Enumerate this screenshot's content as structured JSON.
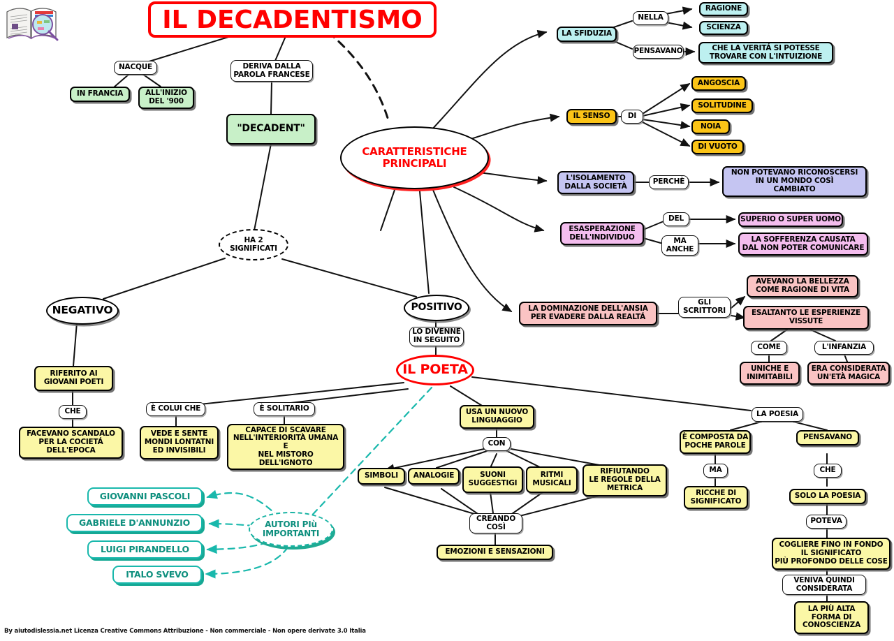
{
  "title": "IL DECADENTISMO",
  "footer": "By aiutodislessia.net Licenza Creative Commons Attribuzione - Non commerciale - Non opere derivate 3.0 Italia",
  "logo": {
    "name": "open-book-magnifier-logo"
  },
  "colors": {
    "title_red": "#ff0000",
    "green": "#c8f0c8",
    "cyan": "#bdf0f0",
    "dark_yellow": "#fbc417",
    "lavender": "#c5c5f2",
    "magenta_pink": "#f4bdee",
    "salmon": "#fac3c3",
    "yellow": "#fbf7a6",
    "teal": "#19b8ac",
    "teal_text": "#0e8f7e"
  },
  "nodes": {
    "caratteristiche_principali": "CARATTERISTICHE\nPRINCIPALI",
    "nacque": "NACQUE",
    "in_francia": "IN FRANCIA",
    "allinizio_del_900": "ALL'INIZIO\nDEL '900",
    "deriva_dalla_parola_francese": "DERIVA DALLA\nPAROLA FRANCESE",
    "decadent": "\"DECADENT\"",
    "ha_2_significati": "HA 2\nSIGNIFICATI",
    "negativo": "NEGATIVO",
    "positivo": "POSITIVO",
    "riferito_ai_giovani_poeti": "RIFERITO AI\nGIOVANI POETI",
    "che_1": "CHE",
    "facevano_scandalo": "FACEVANO SCANDALO\nPER LA COCIETÁ\nDELL'EPOCA",
    "lo_divenne_in_seguito": "LO DIVENNE\nIN SEGUITO",
    "il_poeta": "IL POETA",
    "la_sfiduzia": "LA SFIDUZIA",
    "nella": "NELLA",
    "ragione": "RAGIONE",
    "scienza": "SCIENZA",
    "pensavano_1": "PENSAVANO",
    "che_la_verita": "CHE LA VERITÁ SI POTESSE\nTROVARE CON L'INTUIZIONE",
    "il_senso": "IL SENSO",
    "di": "DI",
    "angoscia": "ANGOSCIA",
    "solitudine": "SOLITUDINE",
    "noia": "NOIA",
    "di_vuoto": "DI VUOTO",
    "lisolamento": "L'ISOLAMENTO\nDALLA SOCIETÀ",
    "perche": "PERCHÈ",
    "non_potevano": "NON POTEVANO RICONOSCERSI\nIN UN MONDO COSÌ\nCAMBIATO",
    "esasperazione": "ESASPERAZIONE\nDELL'INDIVIDUO",
    "del": "DEL",
    "superio": "SUPERIO O SUPER UOMO",
    "ma_anche": "MA\nANCHE",
    "la_sofferenza": "LA SOFFERENZA CAUSATA\nDAL NON POTER COMUNICARE",
    "la_dominazione": "LA DOMINAZIONE DELL'ANSIA\nPER EVADERE DALLA REALTÁ",
    "gli_scrittori": "GLI\nSCRITTORI",
    "avevano_la_bellezza": "AVEVANO LA BELLEZZA\nCOME RAGIONE DI VITA",
    "esaltanto": "ESALTANTO LE ESPERIENZE\nVISSUTE",
    "come": "COME",
    "linfanzia": "L'INFANZIA",
    "uniche_e_inimitabili": "UNICHE E\nINIMITABILI",
    "era_considerata": "ERA CONSIDERATA\nUN'ETÀ MAGICA",
    "e_colui_che": "È COLUI CHE",
    "vede_e_sente": "VEDE E SENTE\nMONDI LONTATNI\nED INVISIBILI",
    "e_solitario": "È SOLITARIO",
    "capace_di_scavare": "CAPACE DI SCAVARE\nNELL'INTERIORITÀ UMANA\nE\nNEL MISTORO\nDELL'IGNOTO",
    "usa_un_nuovo_linguaggio": "USA UN NUOVO\nLINGUAGGIO",
    "con": "CON",
    "simboli": "SIMBOLI",
    "analogie": "ANALOGIE",
    "suoni_suggestigi": "SUONI\nSUGGESTIGI",
    "ritmi_musicali": "RITMI\nMUSICALI",
    "rifiutando": "RIFIUTANDO\nLE REGOLE DELLA\nMETRICA",
    "creando_cosi": "CREANDO\nCOSÌ",
    "emozioni_e_sensazioni": "EMOZIONI E SENSAZIONI",
    "la_poesia": "LA POESIA",
    "e_composta": "È COMPOSTA DA\nPOCHE PAROLE",
    "ma": "MA",
    "ricche_di_significato": "RICCHE DI\nSIGNIFICATO",
    "pensavano_2": "PENSAVANO",
    "che_2": "CHE",
    "solo_la_poesia": "SOLO LA POESIA",
    "poteva": "POTEVA",
    "cogliere": "COGLIERE FINO IN FONDO\nIL SIGNIFICATO\nPIÙ PROFONDO DELLE COSE",
    "veniva_quindi": "VENIVA QUINDI\nCONSIDERATA",
    "la_piu_alta": "LA PIÙ ALTA\nFORMA DI\nCONOSCIENZA",
    "autori_piu_importanti": "AUTORI PIù\nIMPORTANTI",
    "giovanni_pascoli": "GIOVANNI PASCOLI",
    "gabriele_dannunzio": "GABRIELE D'ANNUNZIO",
    "luigi_pirandello": "LUIGI PIRANDELLO",
    "italo_svevo": "ITALO SVEVO"
  }
}
